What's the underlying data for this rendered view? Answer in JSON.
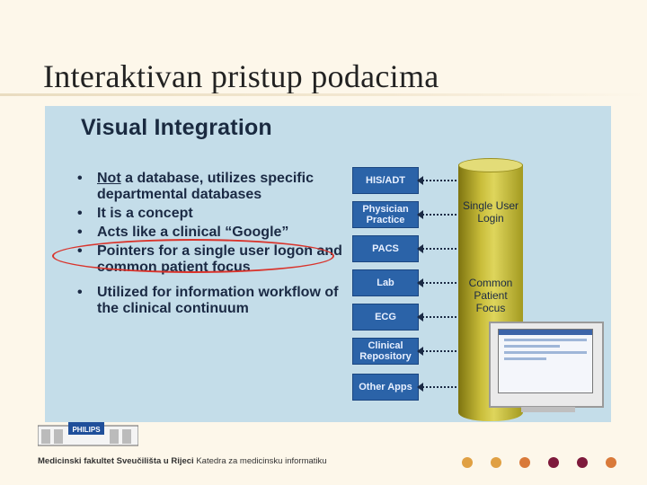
{
  "slide": {
    "title": "Interaktivan pristup podacima"
  },
  "photo": {
    "heading": "Visual Integration",
    "bullets": [
      {
        "lead": "Not",
        "rest": " a database, utilizes specific departmental databases"
      },
      {
        "text": "It is a concept"
      },
      {
        "text": "Acts like a clinical “Google”"
      },
      {
        "text": "Pointers for a single user logon and common patient focus"
      },
      {
        "text": "Utilized for information workflow of the clinical continuum"
      }
    ],
    "systems": [
      "HIS/ADT",
      "Physician Practice",
      "PACS",
      "Lab",
      "ECG",
      "Clinical Repository",
      "Other Apps"
    ],
    "cylinder_labels": {
      "top": "Single User Login",
      "bottom": "Common Patient Focus"
    }
  },
  "footer": {
    "logo_text": "PHILIPS",
    "faculty": "Medicinski fakultet Sveučilišta u Rijeci",
    "department": " Katedra za medicinsku informatiku"
  },
  "colors": {
    "dots": [
      "#e0a043",
      "#e0a043",
      "#d97a3a",
      "#7e1a3c",
      "#7e1a3c",
      "#d97a3a"
    ]
  }
}
